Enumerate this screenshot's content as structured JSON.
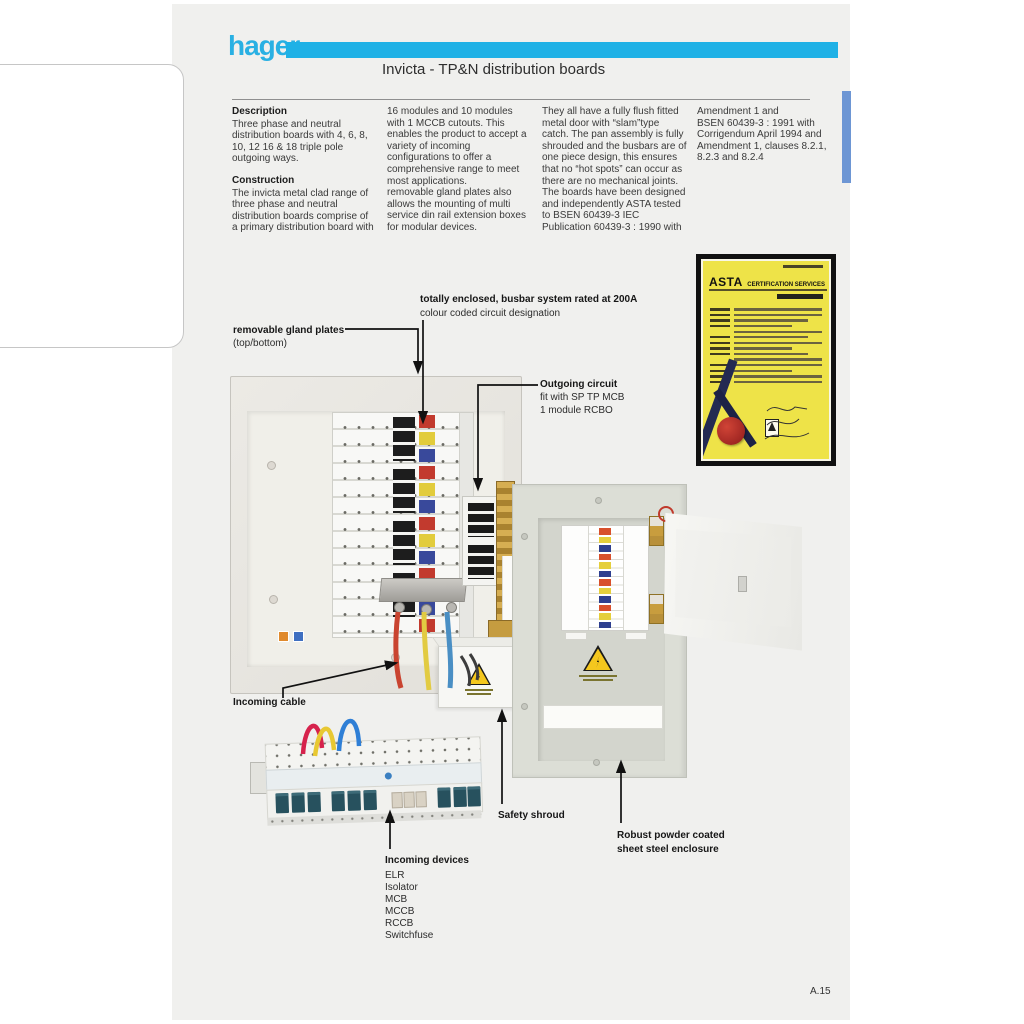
{
  "header": {
    "brand": "hager",
    "title": "Invicta - TP&N distribution boards"
  },
  "columns": [
    {
      "heading": "Description",
      "body": "Three phase and neutral\ndistribution boards with 4, 6, 8,\n10, 12 16 & 18 triple pole\noutgoing ways.",
      "heading2": "Construction",
      "body2": "The invicta metal clad range of\nthree phase and neutral\ndistribution boards comprise of\na primary distribution board with"
    },
    {
      "body": "16 modules and 10 modules\nwith 1 MCCB cutouts. This\nenables the product to accept a\nvariety of incoming\nconfigurations to offer a\ncomprehensive range to meet\nmost applications.\nremovable gland plates also\nallows the mounting of multi\nservice din rail extension boxes\nfor modular devices."
    },
    {
      "body": "They all have a fully flush fitted\nmetal door with “slam”type\ncatch. The pan assembly is fully\nshrouded and the busbars are of\none piece design, this ensures\nthat no “hot spots” can occur as\nthere are no mechanical joints.\nThe boards have been designed\nand independently ASTA tested\nto BSEN 60439-3 IEC\nPublication 60439-3 : 1990 with"
    },
    {
      "body": "Amendment 1 and\nBSEN 60439-3 : 1991 with\nCorrigendum April 1994 and\nAmendment 1, clauses 8.2.1,\n8.2.3 and 8.2.4"
    }
  ],
  "callouts": {
    "gland": {
      "bold": "removable gland plates",
      "normal": "(top/bottom)"
    },
    "busbar": {
      "bold": "totally enclosed, busbar system rated at 200A",
      "normal": "colour coded circuit designation"
    },
    "outgoing": {
      "bold": "Outgoing circuit",
      "line2": "fit with SP TP MCB",
      "line3": "1 module RCBO"
    },
    "incoming_cable": {
      "bold": "Incoming cable"
    },
    "incoming_devices": {
      "bold": "Incoming devices",
      "items": [
        "ELR",
        "Isolator",
        "MCB",
        "MCCB",
        "RCCB",
        "Switchfuse"
      ]
    },
    "safety_shroud": {
      "bold": "Safety shroud"
    },
    "enclosure": {
      "bold": "Robust powder coated sheet steel enclosure"
    }
  },
  "certificate": {
    "org": "ASTA",
    "org_suffix": "CERTIFICATION SERVICES"
  },
  "footer": {
    "page_number": "A.15"
  },
  "colors": {
    "accent_cyan": "#1fb1e6",
    "side_tab_blue": "#6d96d4",
    "busbar_red": "#c23a2e",
    "busbar_yellow": "#e2cc3c",
    "busbar_blue": "#39499b",
    "certificate_yellow": "#eee348",
    "seal_red": "#8e1b1b"
  }
}
